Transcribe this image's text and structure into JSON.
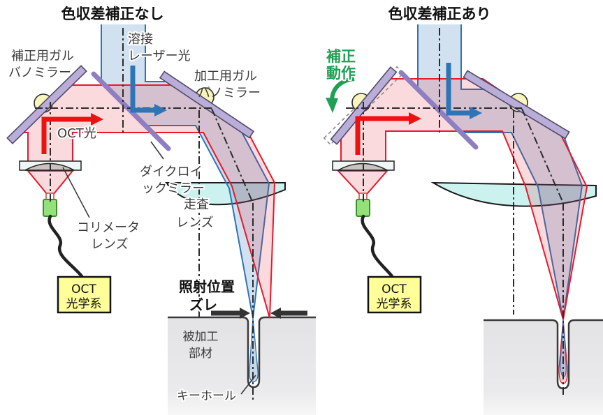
{
  "diagram_left": {
    "title": "色収差補正なし",
    "welding_laser_label": [
      "溶接",
      "レーザー光"
    ],
    "correction_galvo_label": [
      "補正用ガル",
      "バノミラー"
    ],
    "processing_galvo_label": [
      "加工用ガル",
      "バノミラー"
    ],
    "oct_light_label": "OCT光",
    "dichroic_label": [
      "ダイクロイ",
      "ックミラー"
    ],
    "collimator_label": [
      "コリメータ",
      "レンズ"
    ],
    "scan_lens_label": [
      "走査",
      "レンズ"
    ],
    "oct_box_label": [
      "OCT",
      "光学系"
    ],
    "offset_label": [
      "照射位置",
      "ズレ"
    ],
    "workpiece_label": [
      "被加工",
      "部材"
    ],
    "keyhole_label": "キーホール"
  },
  "diagram_right": {
    "title": "色収差補正あり",
    "correction_action_label": [
      "補正",
      "動作"
    ],
    "oct_box_label": [
      "OCT",
      "光学系"
    ]
  },
  "colors": {
    "oct_red": "#E8192C",
    "arrow_red": "#EE1111",
    "laser_blue": "#2E75B6",
    "correction_green": "#1FA054",
    "mirror_purple": "#B8AED8",
    "dichroic_purple": "#8F7FC0",
    "lens_cyan": "#CCF2F0",
    "galvo_yellow": "#F7F5BB",
    "box_yellow": "#FFFF99",
    "workpiece_gray": "#E6E6E6",
    "connector_green": "#94E07A"
  }
}
